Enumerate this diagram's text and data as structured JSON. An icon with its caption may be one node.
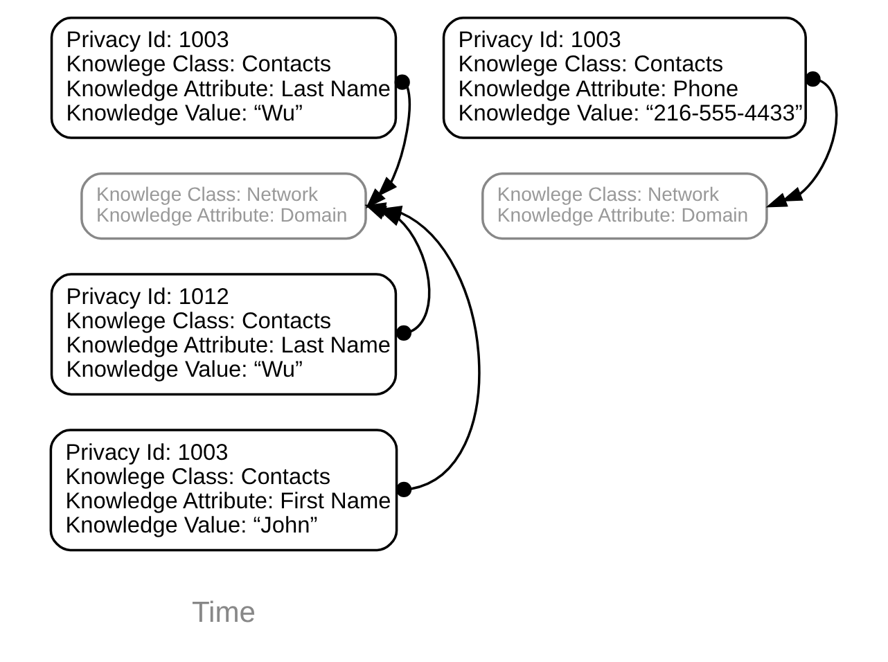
{
  "diagram": {
    "nodes": [
      {
        "text": [
          "Privacy Id: 1003",
          "Knowlege Class: Contacts",
          "Knowledge Attribute: Last Name",
          "Knowledge Value: “Wu”"
        ]
      },
      {
        "text": [
          "Privacy Id: 1003",
          "Knowlege Class: Contacts",
          "Knowledge Attribute: Phone",
          "Knowledge Value: “216-555-4433”"
        ]
      },
      {
        "text": [
          "Knowlege Class: Network",
          "Knowledge Attribute: Domain"
        ]
      },
      {
        "text": [
          "Knowlege Class: Network",
          "Knowledge Attribute: Domain"
        ]
      },
      {
        "text": [
          "Privacy Id: 1012",
          "Knowlege Class: Contacts",
          "Knowledge Attribute: Last Name",
          "Knowledge Value: “Wu”"
        ]
      },
      {
        "text": [
          "Privacy Id: 1003",
          "Knowlege Class: Contacts",
          "Knowledge Attribute: First Name",
          "Knowledge Value: “John”"
        ]
      }
    ],
    "edges": [
      {
        "from": 0,
        "to": 2,
        "arrow": "to"
      },
      {
        "from": 1,
        "to": 3,
        "arrow": "to"
      },
      {
        "from": 4,
        "to": 2,
        "arrow": "to"
      },
      {
        "from": 5,
        "to": 2,
        "arrow": "to"
      }
    ],
    "labels": [
      "Time"
    ]
  }
}
